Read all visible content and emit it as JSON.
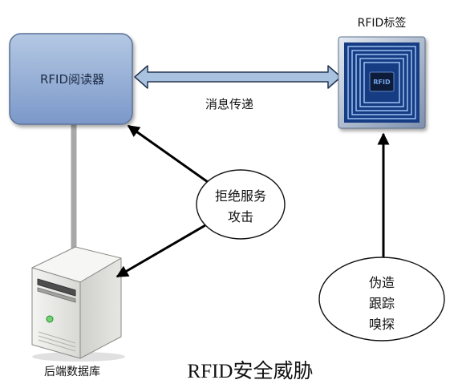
{
  "reader": {
    "label": "RFID阅读器"
  },
  "channel": {
    "label": "消息传递"
  },
  "tag": {
    "label": "RFID标签",
    "chip_text": "RFID"
  },
  "database": {
    "label": "后端数据库"
  },
  "threats": {
    "denial_of_service": {
      "lines": [
        "拒绝服务",
        "攻击"
      ]
    },
    "tag_attacks": {
      "lines": [
        "伪造",
        "跟踪",
        "嗅探"
      ]
    }
  },
  "title": "RFID安全威胁",
  "icons": {
    "tag": "rfid-tag-icon",
    "database": "server-icon"
  },
  "colors": {
    "reader_top": "#b4c8e3",
    "reader_bottom": "#7b98c9",
    "reader_border": "#5b7196",
    "channel_fill": "#a9c2e0",
    "channel_border": "#24344f",
    "tag_body": "#183c84",
    "tag_coil": "#9cc2f2",
    "connector": "#a8a8a8",
    "arrow": "#000000"
  }
}
